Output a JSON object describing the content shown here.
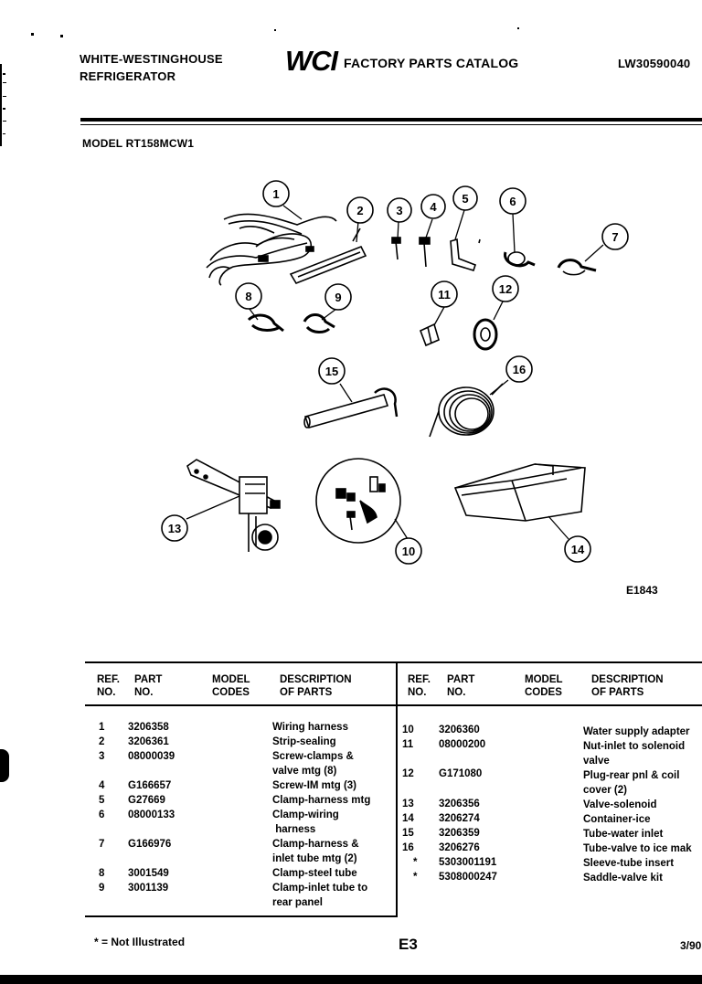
{
  "header": {
    "brand_line1": "WHITE-WESTINGHOUSE",
    "brand_line2": "REFRIGERATOR",
    "logo_text": "WCI",
    "catalog_title": "FACTORY PARTS CATALOG",
    "catalog_number": "LW30590040"
  },
  "model_label": "MODEL RT158MCW1",
  "diagram": {
    "figure_code": "E1843",
    "callouts": [
      "1",
      "2",
      "3",
      "4",
      "5",
      "6",
      "7",
      "8",
      "9",
      "10",
      "11",
      "12",
      "13",
      "14",
      "15",
      "16"
    ]
  },
  "parts_table": {
    "headers": {
      "ref": "REF.\nNO.",
      "part": "PART\nNO.",
      "codes": "MODEL\nCODES",
      "desc": "DESCRIPTION\nOF PARTS"
    },
    "left": [
      {
        "ref": "1",
        "part": "3206358",
        "desc": "Wiring harness"
      },
      {
        "ref": "2",
        "part": "3206361",
        "desc": "Strip-sealing"
      },
      {
        "ref": "3",
        "part": "08000039",
        "desc": "Screw-clamps &\nvalve mtg (8)"
      },
      {
        "ref": "4",
        "part": "G166657",
        "desc": "Screw-IM mtg (3)"
      },
      {
        "ref": "5",
        "part": "G27669",
        "desc": "Clamp-harness mtg"
      },
      {
        "ref": "6",
        "part": "08000133",
        "desc": "Clamp-wiring\n harness"
      },
      {
        "ref": "7",
        "part": "G166976",
        "desc": "Clamp-harness &\ninlet tube mtg (2)"
      },
      {
        "ref": "8",
        "part": "3001549",
        "desc": "Clamp-steel tube"
      },
      {
        "ref": "9",
        "part": "3001139",
        "desc": "Clamp-inlet tube to\nrear panel"
      }
    ],
    "right": [
      {
        "ref": "10",
        "part": "3206360",
        "desc": "Water supply adapter"
      },
      {
        "ref": "11",
        "part": "08000200",
        "desc": "Nut-inlet to solenoid\nvalve"
      },
      {
        "ref": "12",
        "part": "G171080",
        "desc": "Plug-rear pnl & coil\ncover (2)"
      },
      {
        "ref": "13",
        "part": "3206356",
        "desc": "Valve-solenoid"
      },
      {
        "ref": "14",
        "part": "3206274",
        "desc": "Container-ice"
      },
      {
        "ref": "15",
        "part": "3206359",
        "desc": "Tube-water inlet"
      },
      {
        "ref": "16",
        "part": "3206276",
        "desc": "Tube-valve to ice mak"
      },
      {
        "ref": "*",
        "part": "5303001191",
        "desc": "Sleeve-tube insert"
      },
      {
        "ref": "*",
        "part": "5308000247",
        "desc": "Saddle-valve kit"
      }
    ]
  },
  "footer": {
    "note": "* = Not Illustrated",
    "page": "E3",
    "date": "3/90"
  }
}
